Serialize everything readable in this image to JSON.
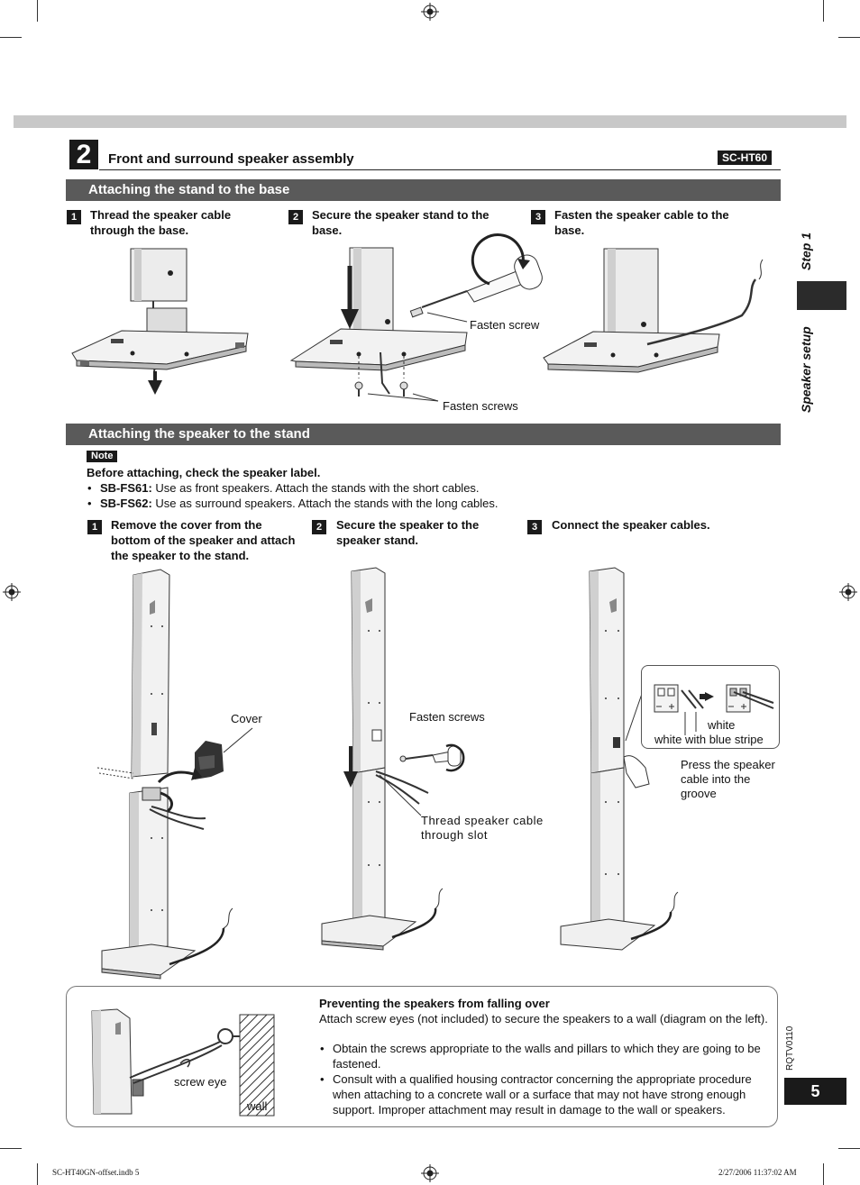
{
  "section": {
    "number": "2",
    "title": "Front and surround speaker assembly",
    "model_badge": "SC-HT60"
  },
  "part1": {
    "header": "Attaching the stand to the base",
    "steps": [
      {
        "num": "1",
        "text": "Thread the speaker cable through the base."
      },
      {
        "num": "2",
        "text": "Secure the speaker stand to the base."
      },
      {
        "num": "3",
        "text": "Fasten the speaker cable to the base."
      }
    ],
    "labels": {
      "fasten_screw": "Fasten screw",
      "fasten_screws": "Fasten screws"
    }
  },
  "part2": {
    "header": "Attaching the speaker to the stand",
    "note_badge": "Note",
    "note_lead": "Before attaching, check the speaker label.",
    "note_items": [
      {
        "model": "SB-FS61:",
        "text": " Use as front speakers. Attach the stands with the short cables."
      },
      {
        "model": "SB-FS62:",
        "text": " Use as surround speakers. Attach the stands with the long cables."
      }
    ],
    "steps": [
      {
        "num": "1",
        "text": "Remove the cover from the bottom of the speaker and attach the speaker to the stand."
      },
      {
        "num": "2",
        "text": "Secure the speaker to the speaker stand."
      },
      {
        "num": "3",
        "text": "Connect the speaker cables."
      }
    ],
    "labels": {
      "cover": "Cover",
      "fasten_screws": "Fasten screws",
      "thread_cable": "Thread speaker cable through slot",
      "white": "white",
      "white_blue": "white with blue stripe",
      "press_cable": "Press the speaker cable into the groove"
    }
  },
  "sidebar": {
    "step": "Step 1",
    "section": "Speaker setup",
    "doc_code": "RQTV0110"
  },
  "page_number": "5",
  "falling": {
    "title": "Preventing the speakers from falling over",
    "intro": "Attach screw eyes (not included) to secure the speakers to a wall (diagram on the left).",
    "items": [
      "Obtain the screws appropriate to the walls and pillars to which they are going to be fastened.",
      "Consult with a qualified housing contractor concerning the appropriate procedure when attaching to a concrete wall or a surface that may not have strong enough support. Improper attachment may result in damage to the wall or speakers."
    ],
    "labels": {
      "screw_eye": "screw eye",
      "wall": "wall"
    }
  },
  "footer": {
    "file": "SC-HT40GN-offset.indb   5",
    "timestamp": "2/27/2006   11:37:02 AM"
  }
}
